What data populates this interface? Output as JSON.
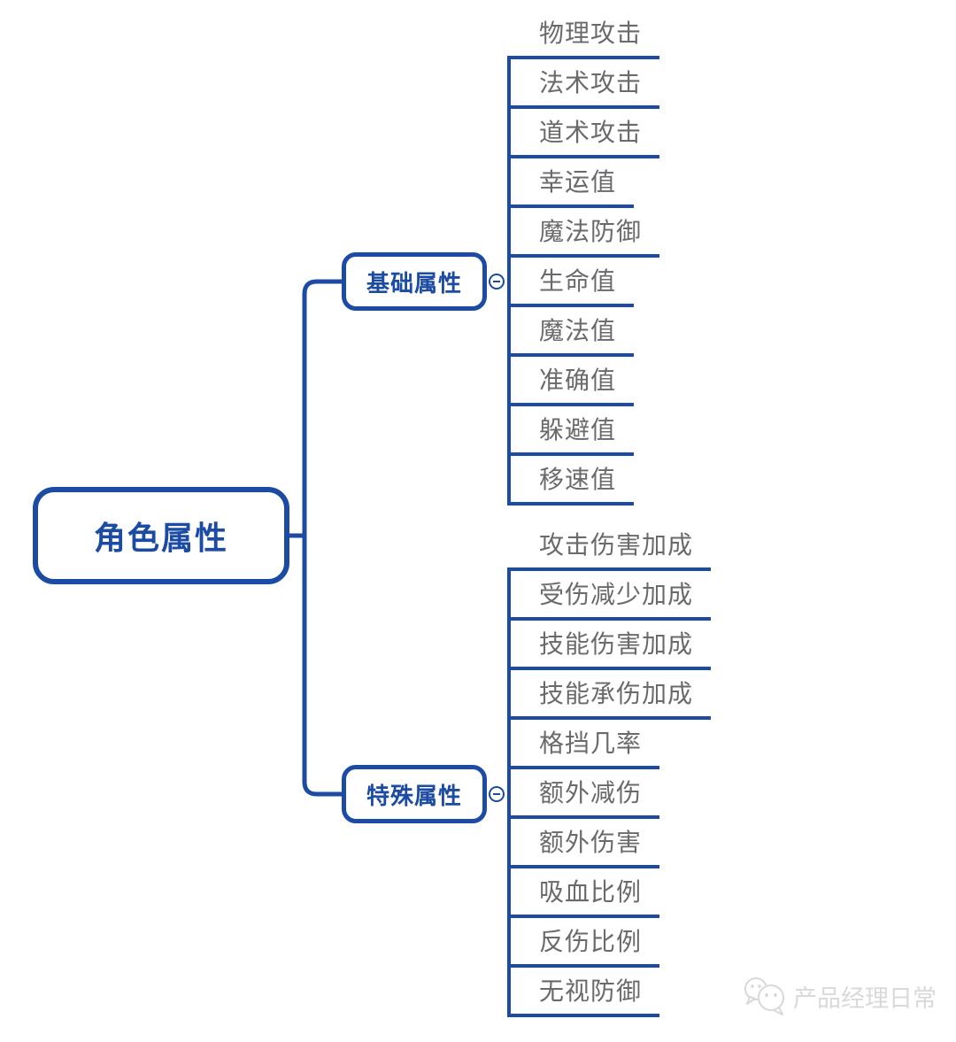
{
  "root": {
    "label": "角色属性"
  },
  "branches": [
    {
      "label": "基础属性",
      "collapse_icon": "minus",
      "children": [
        "物理攻击",
        "法术攻击",
        "道术攻击",
        "幸运值",
        "魔法防御",
        "生命值",
        "魔法值",
        "准确值",
        "躲避值",
        "移速值"
      ]
    },
    {
      "label": "特殊属性",
      "collapse_icon": "minus",
      "children": [
        "攻击伤害加成",
        "受伤减少加成",
        "技能伤害加成",
        "技能承伤加成",
        "格挡几率",
        "额外减伤",
        "额外伤害",
        "吸血比例",
        "反伤比例",
        "无视防御"
      ]
    }
  ],
  "watermark": {
    "label": "产品经理日常",
    "icon": "wechat-icon"
  },
  "colors": {
    "line": "#1c4ba3",
    "leaf_text": "#6a6a6a",
    "watermark": "#d9d9d9",
    "background": "#ffffff"
  }
}
